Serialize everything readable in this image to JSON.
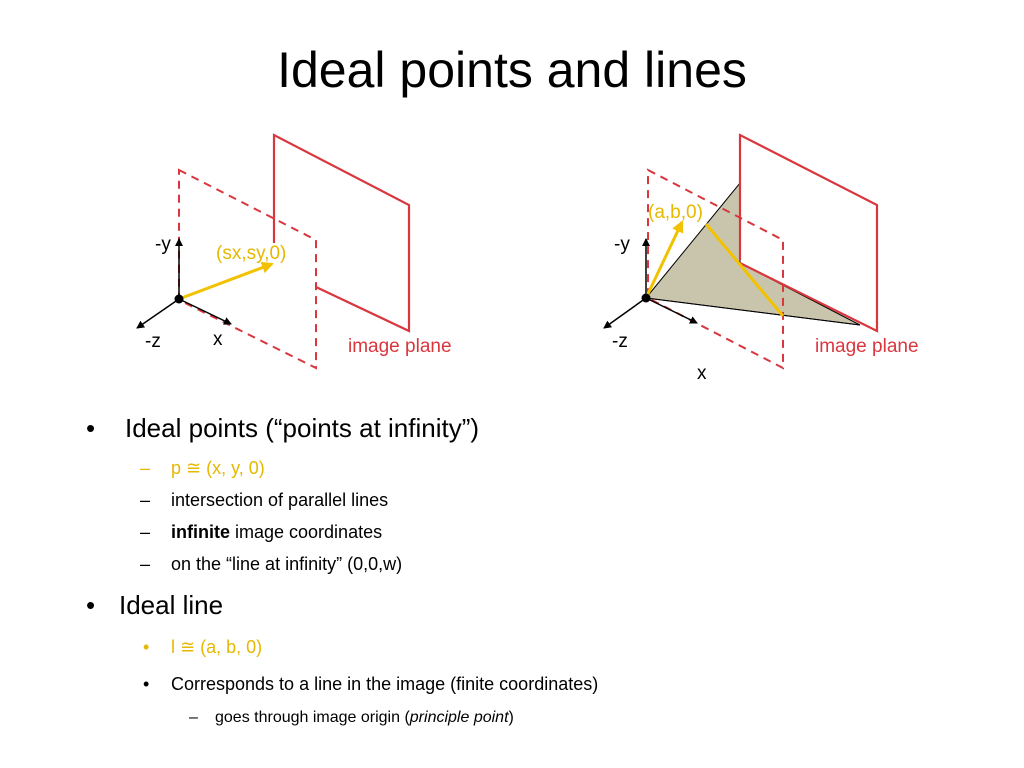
{
  "title": "Ideal points and lines",
  "colors": {
    "plane": "#d9363e",
    "vector": "#f2c200",
    "text_gold": "#e6b800",
    "triangle_fill": "#c9c5ad"
  },
  "left_figure": {
    "axis_y": "-y",
    "axis_z": "-z",
    "axis_x": "x",
    "point_label": "(sx,sy,0)",
    "plane_label": "image plane"
  },
  "right_figure": {
    "axis_y": "-y",
    "axis_z": "-z",
    "axis_x": "x",
    "point_label": "(a,b,0)",
    "plane_label": "image plane"
  },
  "bullets": {
    "b1": {
      "marker": "•",
      "text": "Ideal points (“points at infinity”)",
      "sub": [
        {
          "marker": "–",
          "text": "p ≅ (x, y, 0)"
        },
        {
          "marker": "–",
          "text": "intersection of parallel lines"
        },
        {
          "marker": "–",
          "bold": "infinite",
          "text": " image coordinates"
        },
        {
          "marker": "–",
          "text": "on the “line at infinity” (0,0,w)"
        }
      ]
    },
    "b2": {
      "marker": "•",
      "text": "Ideal line",
      "sub": [
        {
          "marker": "•",
          "text": "l ≅ (a, b, 0)"
        },
        {
          "marker": "•",
          "text": "Corresponds to a line in the image (finite coordinates)"
        }
      ],
      "subsub": {
        "marker": "–",
        "text_before": "goes through image origin (",
        "italic": "principle point",
        "text_after": ")"
      }
    }
  }
}
